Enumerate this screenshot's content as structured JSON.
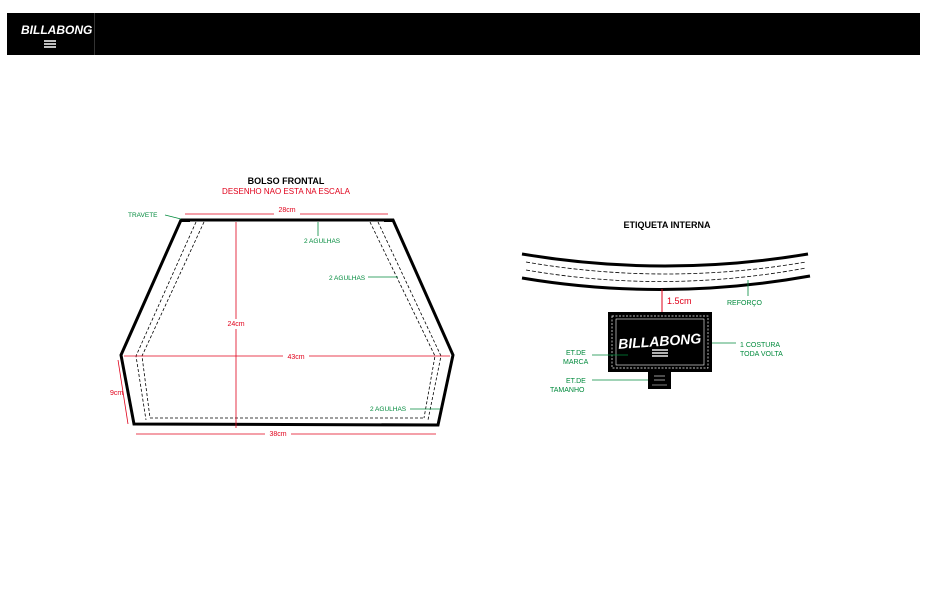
{
  "brand": {
    "name": "BILLABONG",
    "logo_icon": "billabong-logo-icon"
  },
  "pocket": {
    "title": "BOLSO FRONTAL",
    "subtitle": "DESENHO NAO ESTA NA ESCALA",
    "top_width": "28cm",
    "height": "24cm",
    "mid_width": "43cm",
    "bottom_width": "38cm",
    "side_height": "9cm",
    "label_bartack": "TRAVETE",
    "label_needles_top": "2 AGULHAS",
    "label_needles_side": "2 AGULHAS",
    "label_needles_bottom": "2 AGULHAS"
  },
  "label": {
    "title": "ETIQUETA INTERNA",
    "reinforcement": "REFORÇO",
    "distance": "1.5cm",
    "brand_label_1": "ET.DE",
    "brand_label_2": "MARCA",
    "size_label_1": "ET.DE",
    "size_label_2": "TAMANHO",
    "stitch_1": "1 COSTURA",
    "stitch_2": "TODA VOLTA",
    "tag_brand": "BILLABONG"
  },
  "colors": {
    "red": "#e0001a",
    "green": "#008a3c",
    "black": "#000000"
  }
}
